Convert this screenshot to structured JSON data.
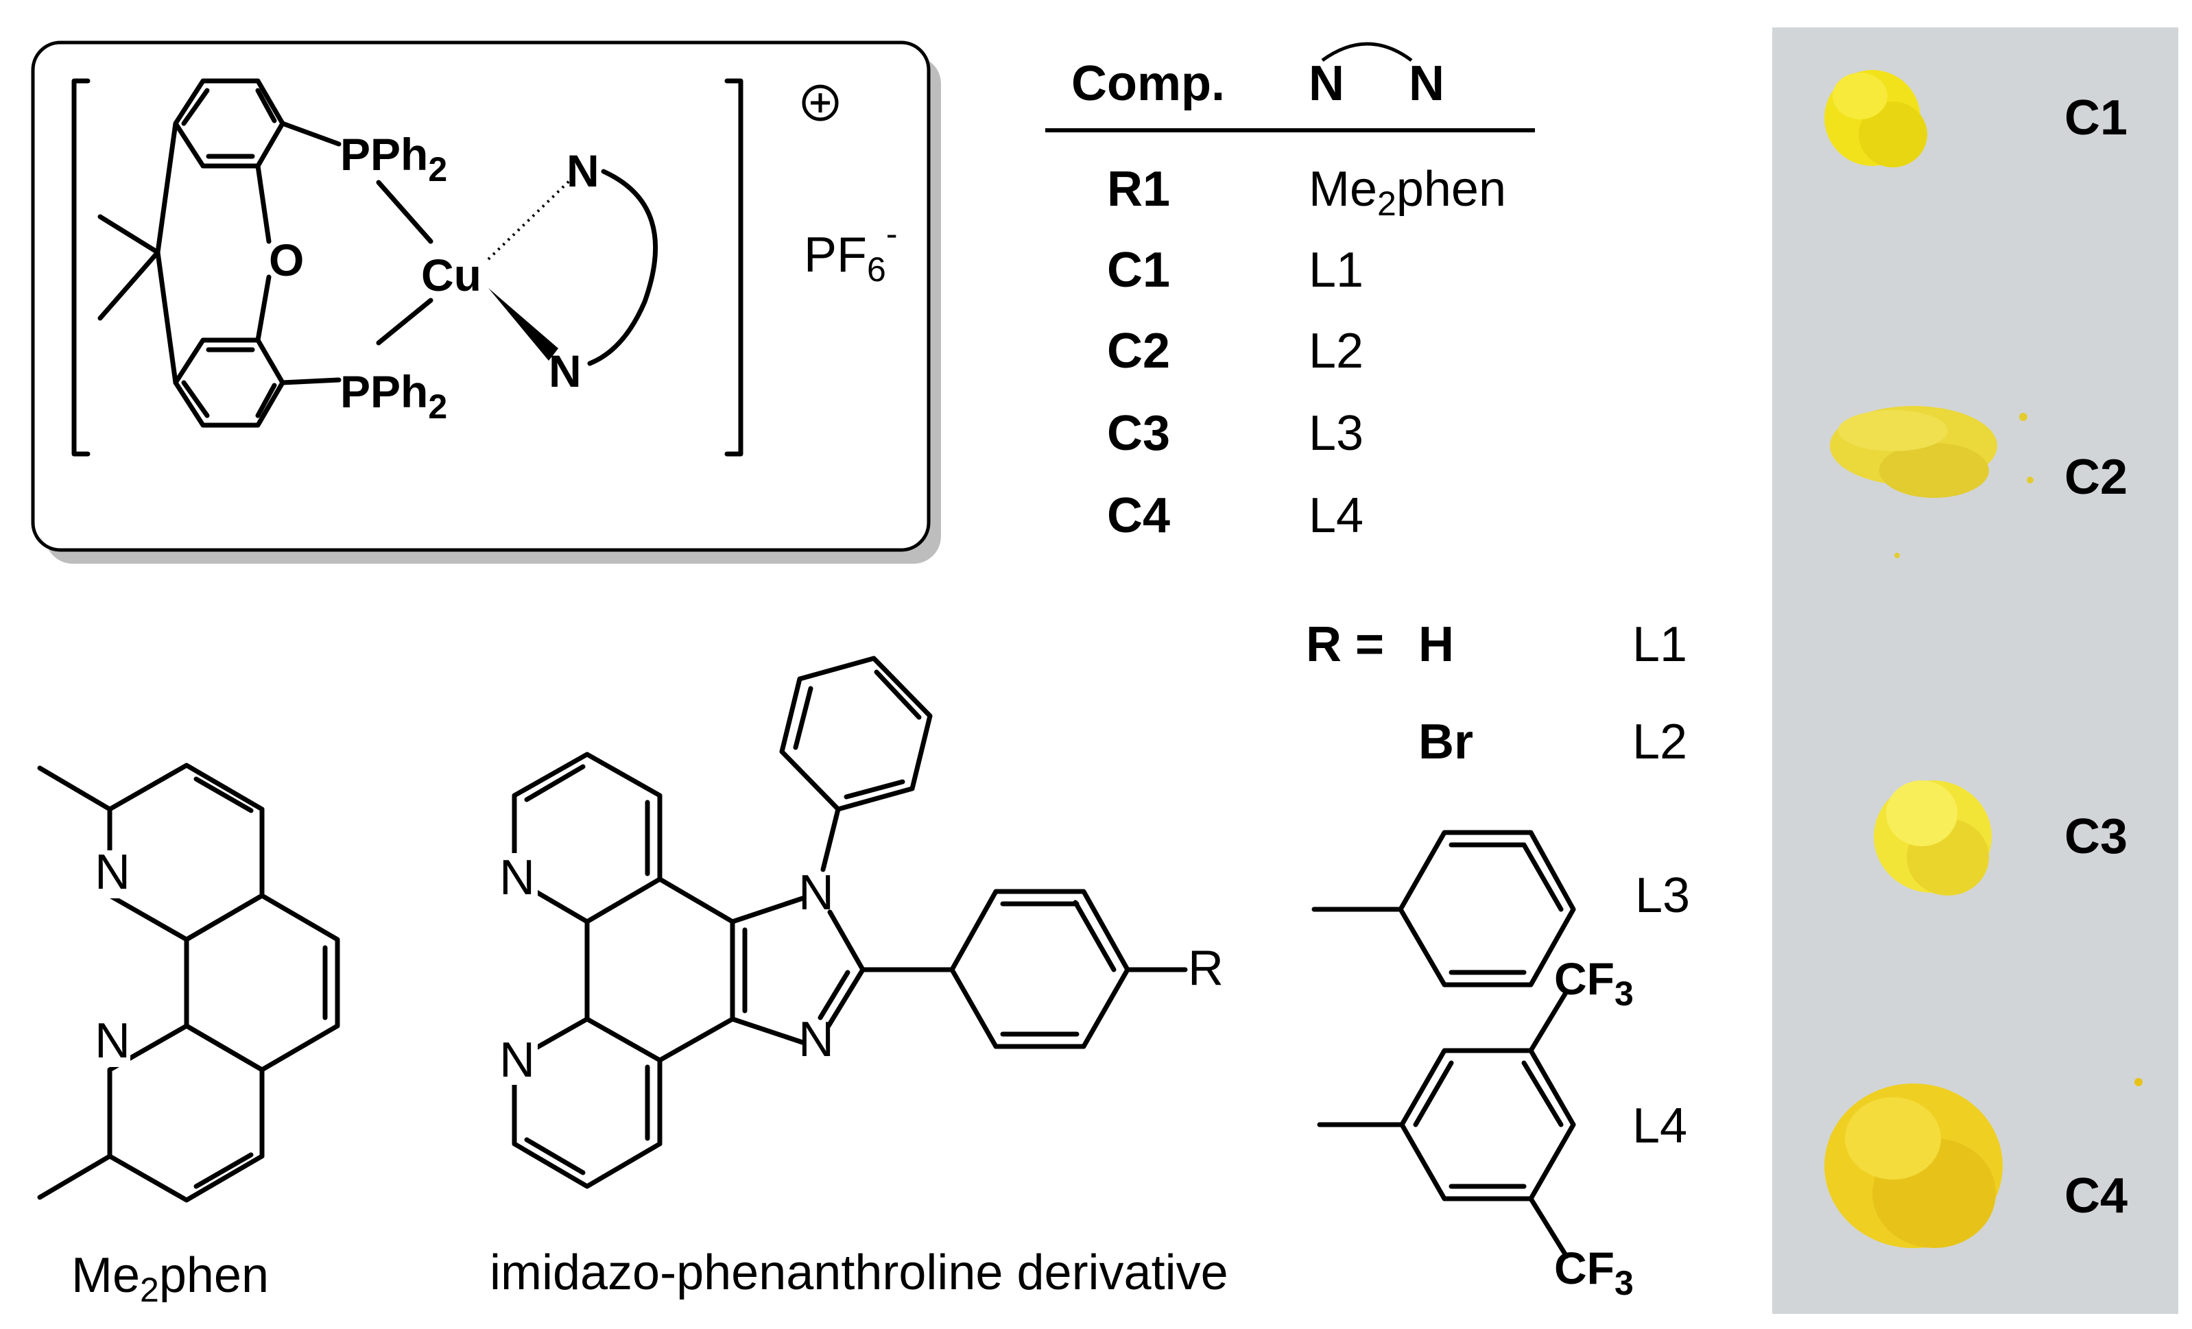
{
  "complex": {
    "charge_symbol": "⊕",
    "counterion": "PF",
    "counterion_subscript": "6",
    "counterion_superscript": "-",
    "atoms": {
      "pph2_top": "PPh",
      "pph2_bottom": "PPh",
      "pph2_subscript": "2",
      "oxygen": "O",
      "copper": "Cu",
      "nitrogen_top": "N",
      "nitrogen_bottom": "N"
    }
  },
  "table": {
    "header_comp": "Comp.",
    "header_ligand_left": "N",
    "header_ligand_right": "N",
    "rows": [
      {
        "comp": "R1",
        "ligand_main": "Me",
        "ligand_sub": "2",
        "ligand_rest": "phen"
      },
      {
        "comp": "C1",
        "ligand_main": "L1",
        "ligand_sub": "",
        "ligand_rest": ""
      },
      {
        "comp": "C2",
        "ligand_main": "L2",
        "ligand_sub": "",
        "ligand_rest": ""
      },
      {
        "comp": "C3",
        "ligand_main": "L3",
        "ligand_sub": "",
        "ligand_rest": ""
      },
      {
        "comp": "C4",
        "ligand_main": "L4",
        "ligand_sub": "",
        "ligand_rest": ""
      }
    ]
  },
  "substituents": {
    "r_equals": "R =",
    "h": "H",
    "br": "Br",
    "l1": "L1",
    "l2": "L2",
    "l3": "L3",
    "l4": "L4",
    "cf3_main": "CF",
    "cf3_sub": "3"
  },
  "structures": {
    "me2phen_label_main": "Me",
    "me2phen_label_sub": "2",
    "me2phen_label_rest": "phen",
    "imidazo_label": "imidazo-phenanthroline derivative",
    "n_atom": "N",
    "r_atom": "R"
  },
  "photo": {
    "labels": [
      "C1",
      "C2",
      "C3",
      "C4"
    ],
    "background_color": "#cfd2d4",
    "powder_colors": [
      "#f2e21c",
      "#ebd83a",
      "#f3e438",
      "#efcf22"
    ]
  }
}
